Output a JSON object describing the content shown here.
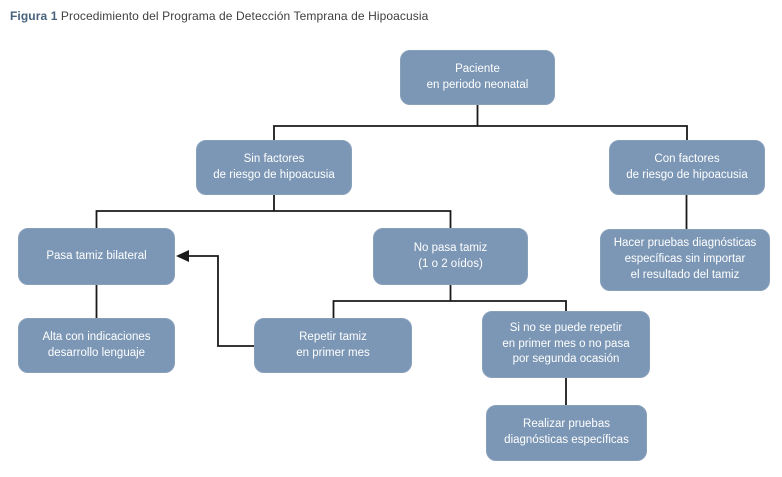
{
  "title": {
    "label": "Figura 1",
    "text": " Procedimiento del Programa de Detección Temprana de Hipoacusia"
  },
  "colors": {
    "node-fill": "#7C97B5",
    "node-border": "#89A0BB",
    "node-text": "#FFFFFF",
    "connector": "#1A1A1A",
    "title-label": "#46627E",
    "title-text": "#3F3F3F"
  },
  "flowchart": {
    "nodes": {
      "paciente": "Paciente\nen periodo neonatal",
      "sin_factores": "Sin factores\nde riesgo de hipoacusia",
      "con_factores": "Con factores\nde riesgo de hipoacusia",
      "pasa_tamiz": "Pasa tamiz bilateral",
      "no_pasa_tamiz": "No pasa tamiz\n(1 o 2 oídos)",
      "hacer_pruebas": "Hacer pruebas diagnósticas\nespecíficas sin importar\nel resultado del tamiz",
      "alta": "Alta con indicaciones\ndesarrollo lenguaje",
      "repetir": "Repetir tamiz\nen primer mes",
      "si_no_repite": "Si no se puede repetir\nen primer mes o no pasa\npor segunda ocasión",
      "realizar_pruebas": "Realizar pruebas\ndiagnósticas específicas"
    }
  }
}
